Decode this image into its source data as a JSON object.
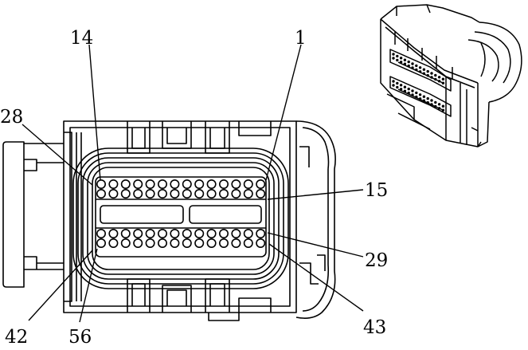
{
  "pin_labels": [
    "14",
    "1",
    "28",
    "15",
    "29",
    "42",
    "56",
    "43"
  ],
  "colors": {
    "line": "#000000",
    "background": "#ffffff"
  }
}
